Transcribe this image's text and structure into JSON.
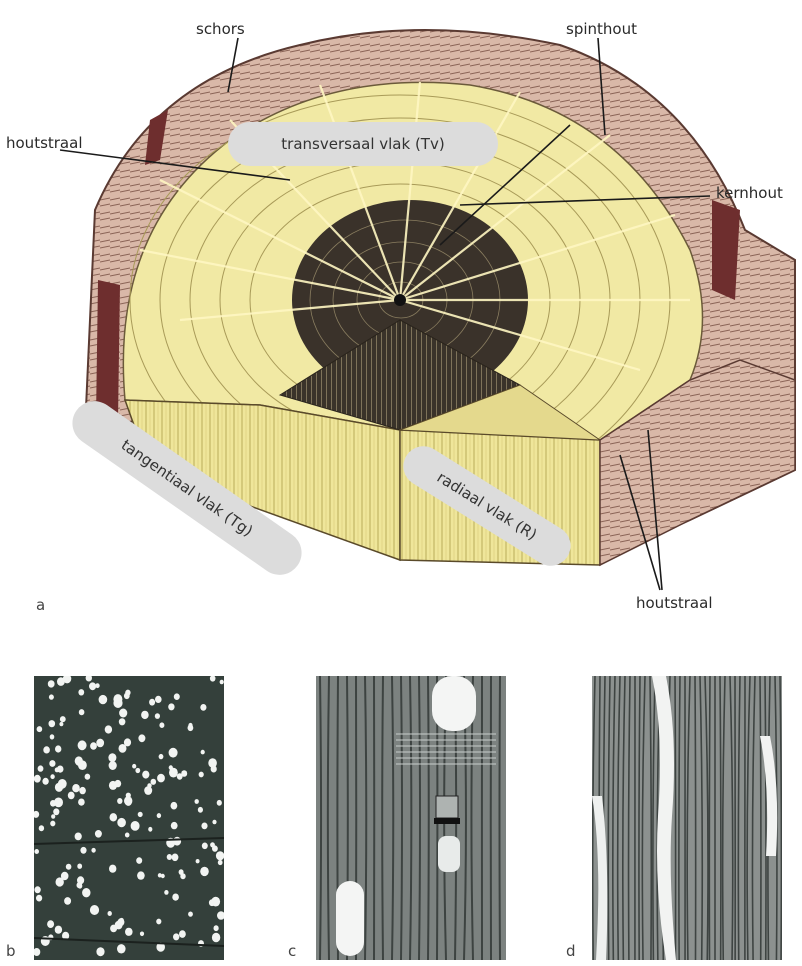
{
  "figure": {
    "labels": {
      "schors": "schors",
      "spinthout": "spinthout",
      "houtstraal_top": "houtstraal",
      "kernhout": "kernhout",
      "houtstraal_bottom": "houtstraal"
    },
    "planes": {
      "transversal": "transversaal vlak (Tv)",
      "tangential": "tangentiaal vlak (Tg)",
      "radial": "radiaal vlak (R)"
    },
    "panel_letters": [
      "a",
      "b",
      "c",
      "d"
    ]
  }
}
